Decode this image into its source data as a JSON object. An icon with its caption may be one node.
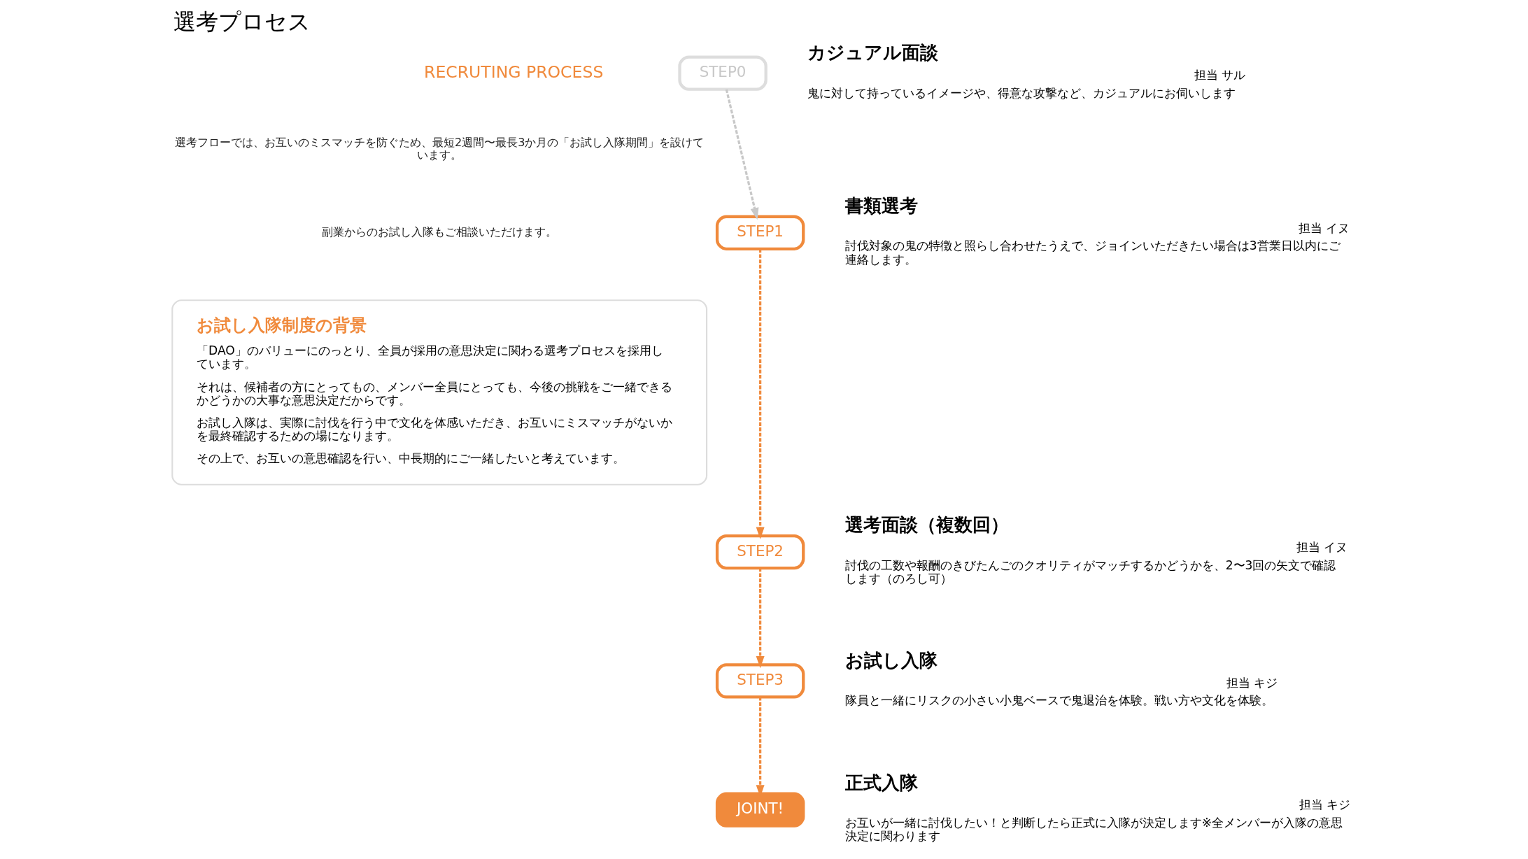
{
  "diagram": {
    "title": "選考プロセス",
    "nodes": [
      {
        "text": [
          "お試し入隊制度の背景",
          "「DAO」のバリューにのっとり、全員が採用の意思決定に関わる選考プロセスを採用しています。",
          "それは、候補者の方にとってもの、メンバー全員にとっても、今後の挑戦をご一緒できるかどうかの大事な意思決定だからです。",
          "お試し入隊は、実際に討伐を行う中で文化を体感いただき、お互いにミスマッチがないかを最終確認するための場になります。",
          "その上で、お互いの意思確認を行い、中長期的にご一緒したいと考えています。"
        ]
      },
      {
        "text": [
          "STEP0"
        ],
        "beside": [
          "カジュアル面談",
          "担当 サル",
          "鬼に対して持っているイメージや、得意な攻撃など、カジュアルにお伺いします"
        ]
      },
      {
        "text": [
          "STEP1"
        ],
        "beside": [
          "書類選考",
          "担当 イヌ",
          "討伐対象の鬼の特徴と照らし合わせたうえで、ジョインいただきたい場合は3営業日以内にご連絡します。"
        ]
      },
      {
        "text": [
          "STEP2"
        ],
        "beside": [
          "選考面談（複数回）",
          "担当 イヌ",
          "討伐の工数や報酬のきびたんごのクオリティがマッチするかどうかを、2〜3回の矢文で確認します（のろし可）"
        ]
      },
      {
        "text": [
          "STEP3"
        ],
        "beside": [
          "お試し入隊",
          "担当 キジ",
          "隊員と一緒にリスクの小さい小鬼ベースで鬼退治を体験。戦い方や文化を体験。"
        ]
      },
      {
        "text": [
          "JOINT!"
        ],
        "beside": [
          "正式入隊",
          "担当 キジ",
          "お互いが一緒に討伐したい！と判断したら正式に入隊が決定します※全メンバーが入隊の意思決定に関わります"
        ]
      }
    ],
    "edges": [
      {
        "from": 1,
        "to": 2,
        "arrow": "to",
        "style": "dashed",
        "color": "#c8c8c8"
      },
      {
        "from": 2,
        "to": 3,
        "arrow": "to",
        "style": "dashed"
      },
      {
        "from": 3,
        "to": 4,
        "arrow": "to",
        "style": "dashed"
      },
      {
        "from": 4,
        "to": 5,
        "arrow": "to",
        "style": "dashed"
      }
    ],
    "labels": [
      "RECRUTING PROCESS",
      "選考フローでは、お互いのミスマッチを防ぐため、最短2週間〜最長3か月の「お試し入隊期間」を設けています。",
      "副業からのお試し入隊もご相談いただけます。"
    ]
  }
}
